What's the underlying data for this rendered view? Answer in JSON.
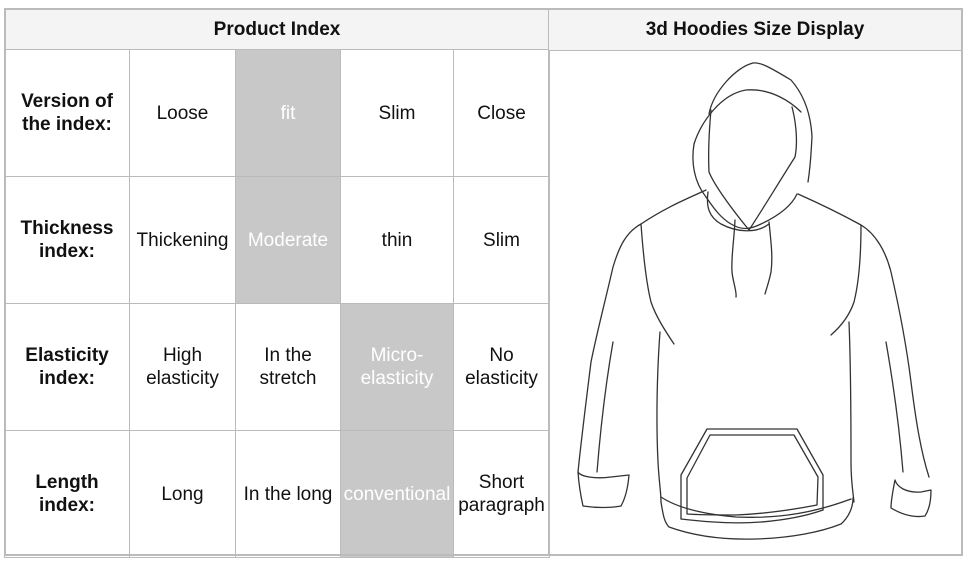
{
  "product_index": {
    "title": "Product Index",
    "rows": [
      {
        "label": "Version of the index:",
        "cells": [
          "Loose",
          "fit",
          "Slim",
          "Close"
        ],
        "highlight": 1
      },
      {
        "label": "Thickness index:",
        "cells": [
          "Thickening",
          "Moderate",
          "thin",
          "Slim"
        ],
        "highlight": 1
      },
      {
        "label": "Elasticity index:",
        "cells": [
          "High elasticity",
          "In the stretch",
          "Micro-elasticity",
          "No elasticity"
        ],
        "highlight": 2
      },
      {
        "label": "Length index:",
        "cells": [
          "Long",
          "In the long",
          "conventional",
          "Short paragraph"
        ],
        "highlight": 2
      }
    ]
  },
  "size_display": {
    "title": "3d Hoodies Size Display",
    "image": "hoodie-outline-drawing"
  },
  "colors": {
    "border": "#bbbbbb",
    "header_bg": "#f4f4f4",
    "highlight_bg": "#c8c8c8",
    "highlight_text": "#ffffff"
  }
}
